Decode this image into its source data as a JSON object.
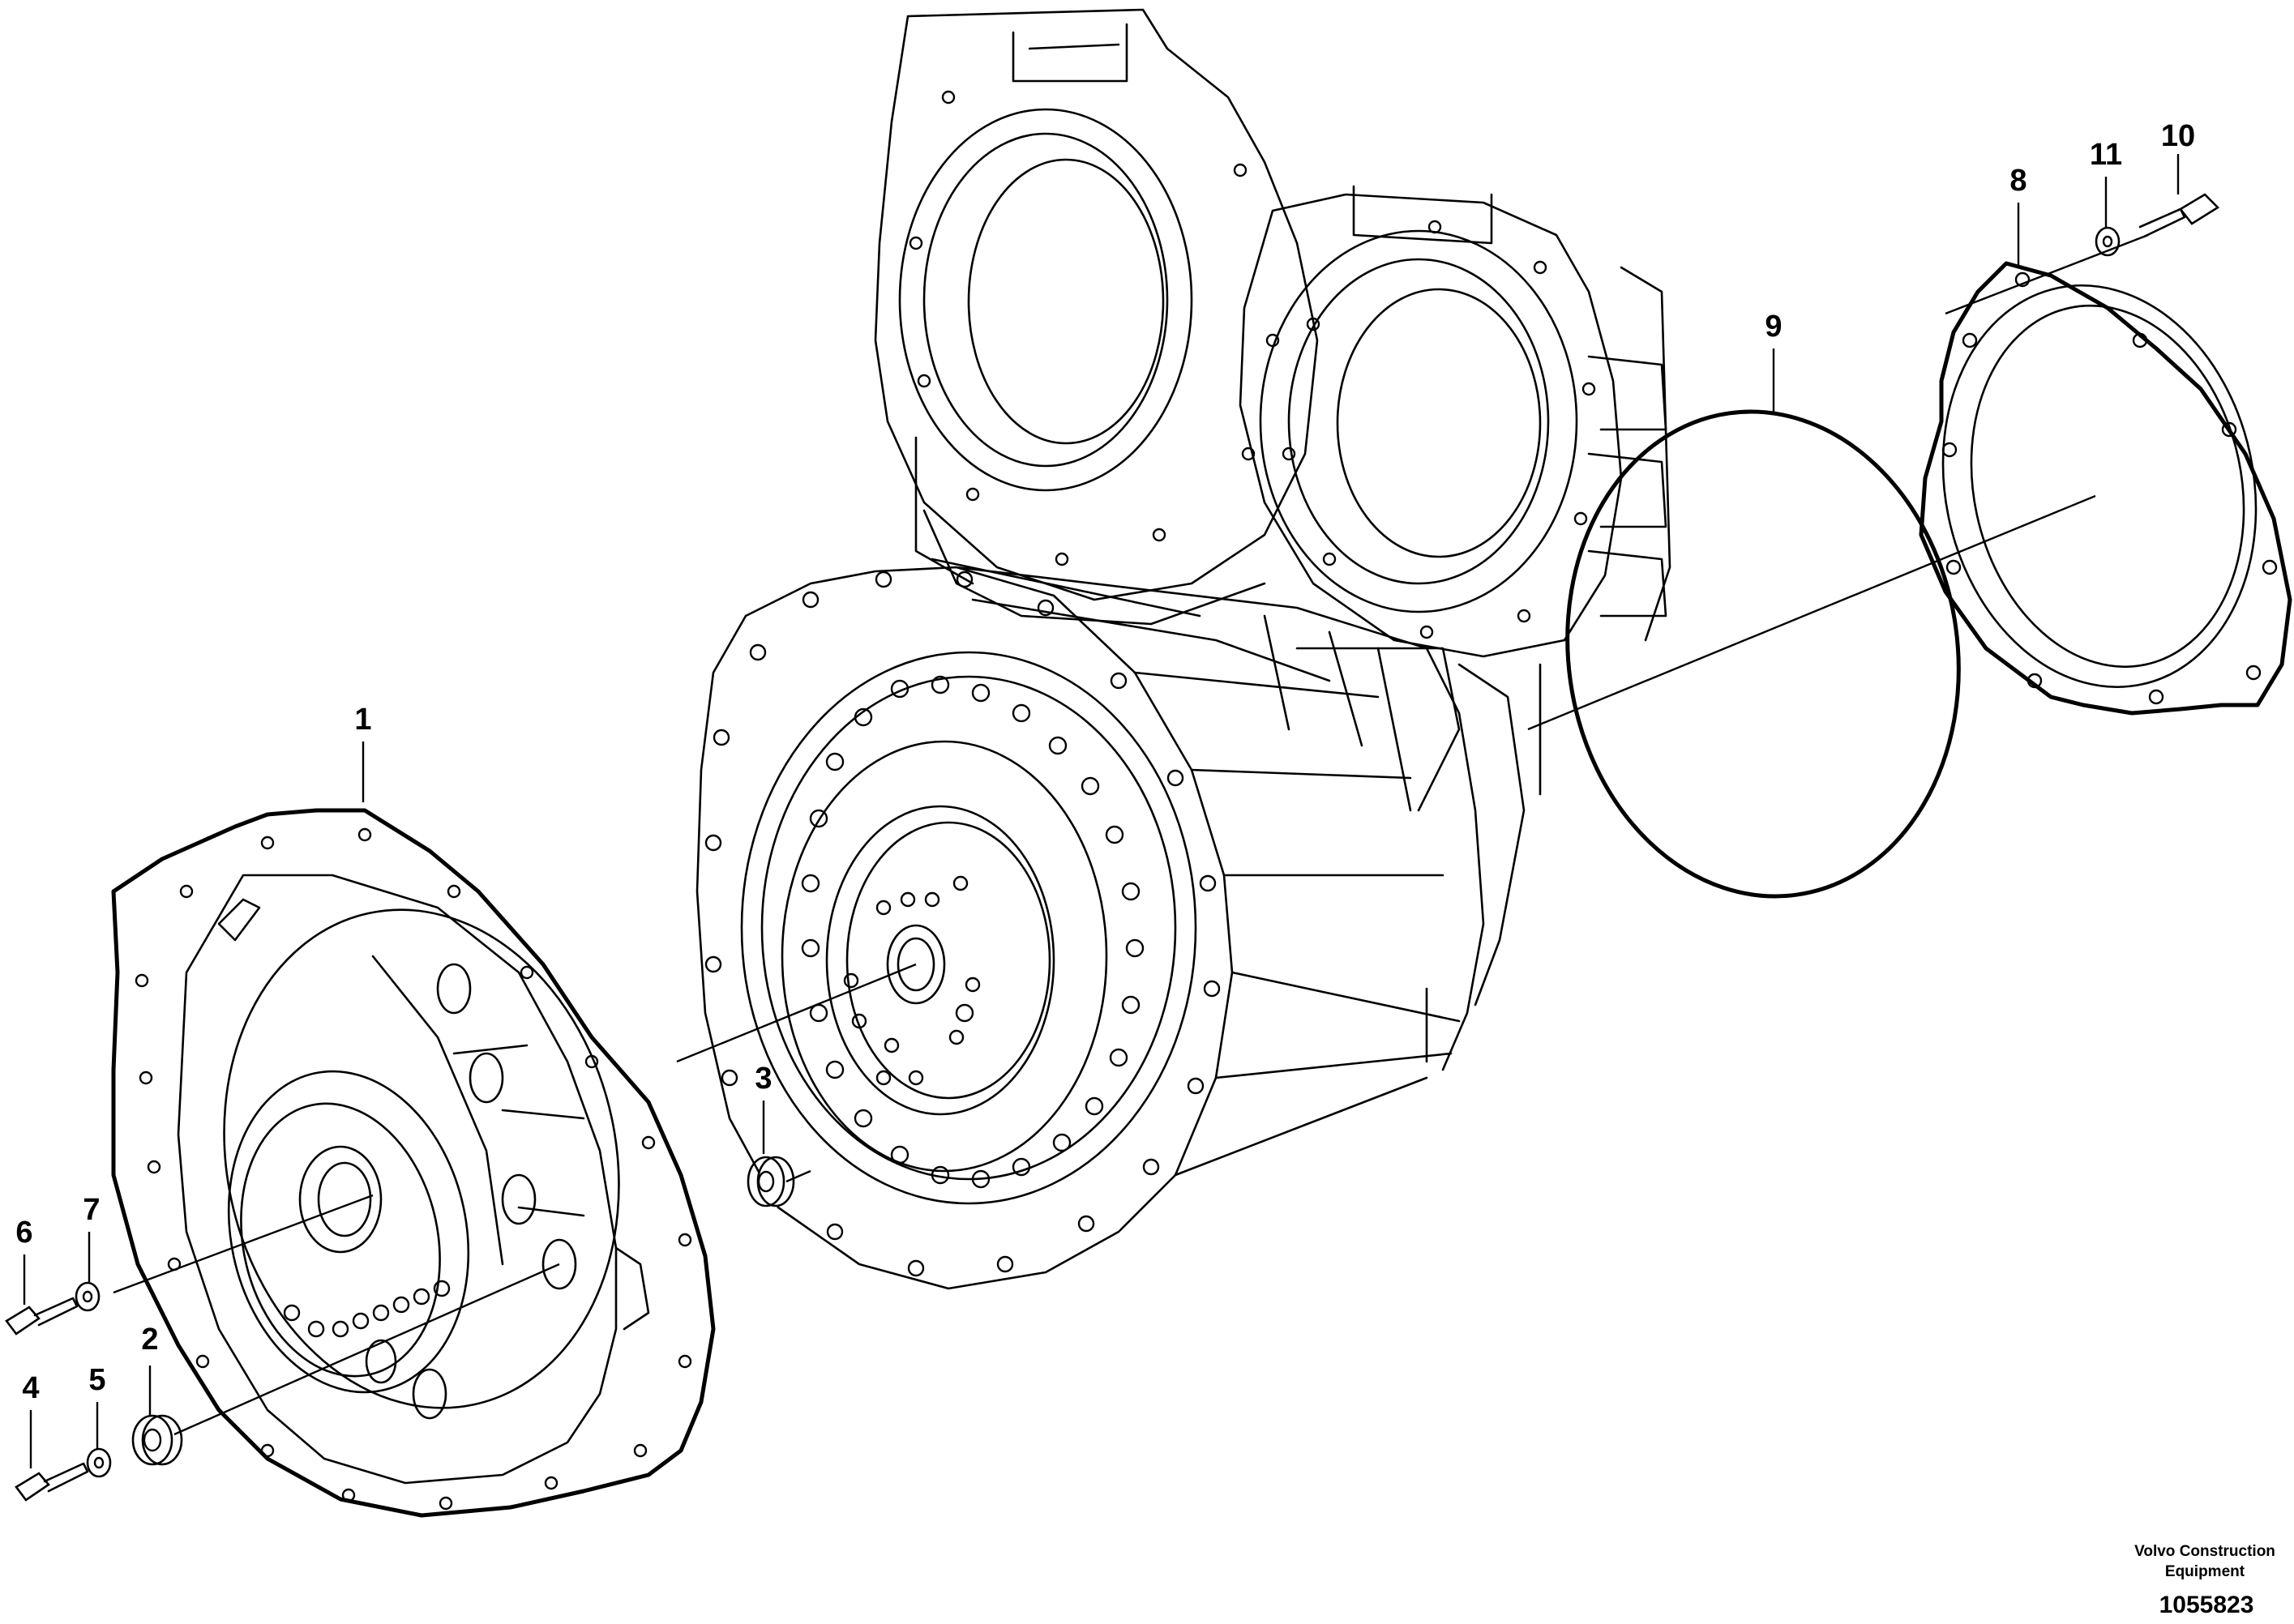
{
  "callouts": [
    {
      "id": "1",
      "label": "1"
    },
    {
      "id": "2",
      "label": "2"
    },
    {
      "id": "3",
      "label": "3"
    },
    {
      "id": "4",
      "label": "4"
    },
    {
      "id": "5",
      "label": "5"
    },
    {
      "id": "6",
      "label": "6"
    },
    {
      "id": "7",
      "label": "7"
    },
    {
      "id": "8",
      "label": "8"
    },
    {
      "id": "9",
      "label": "9"
    },
    {
      "id": "10",
      "label": "10"
    },
    {
      "id": "11",
      "label": "11"
    }
  ],
  "credit": {
    "line1": "Volvo Construction",
    "line2": "Equipment",
    "doc_number": "1055823"
  }
}
